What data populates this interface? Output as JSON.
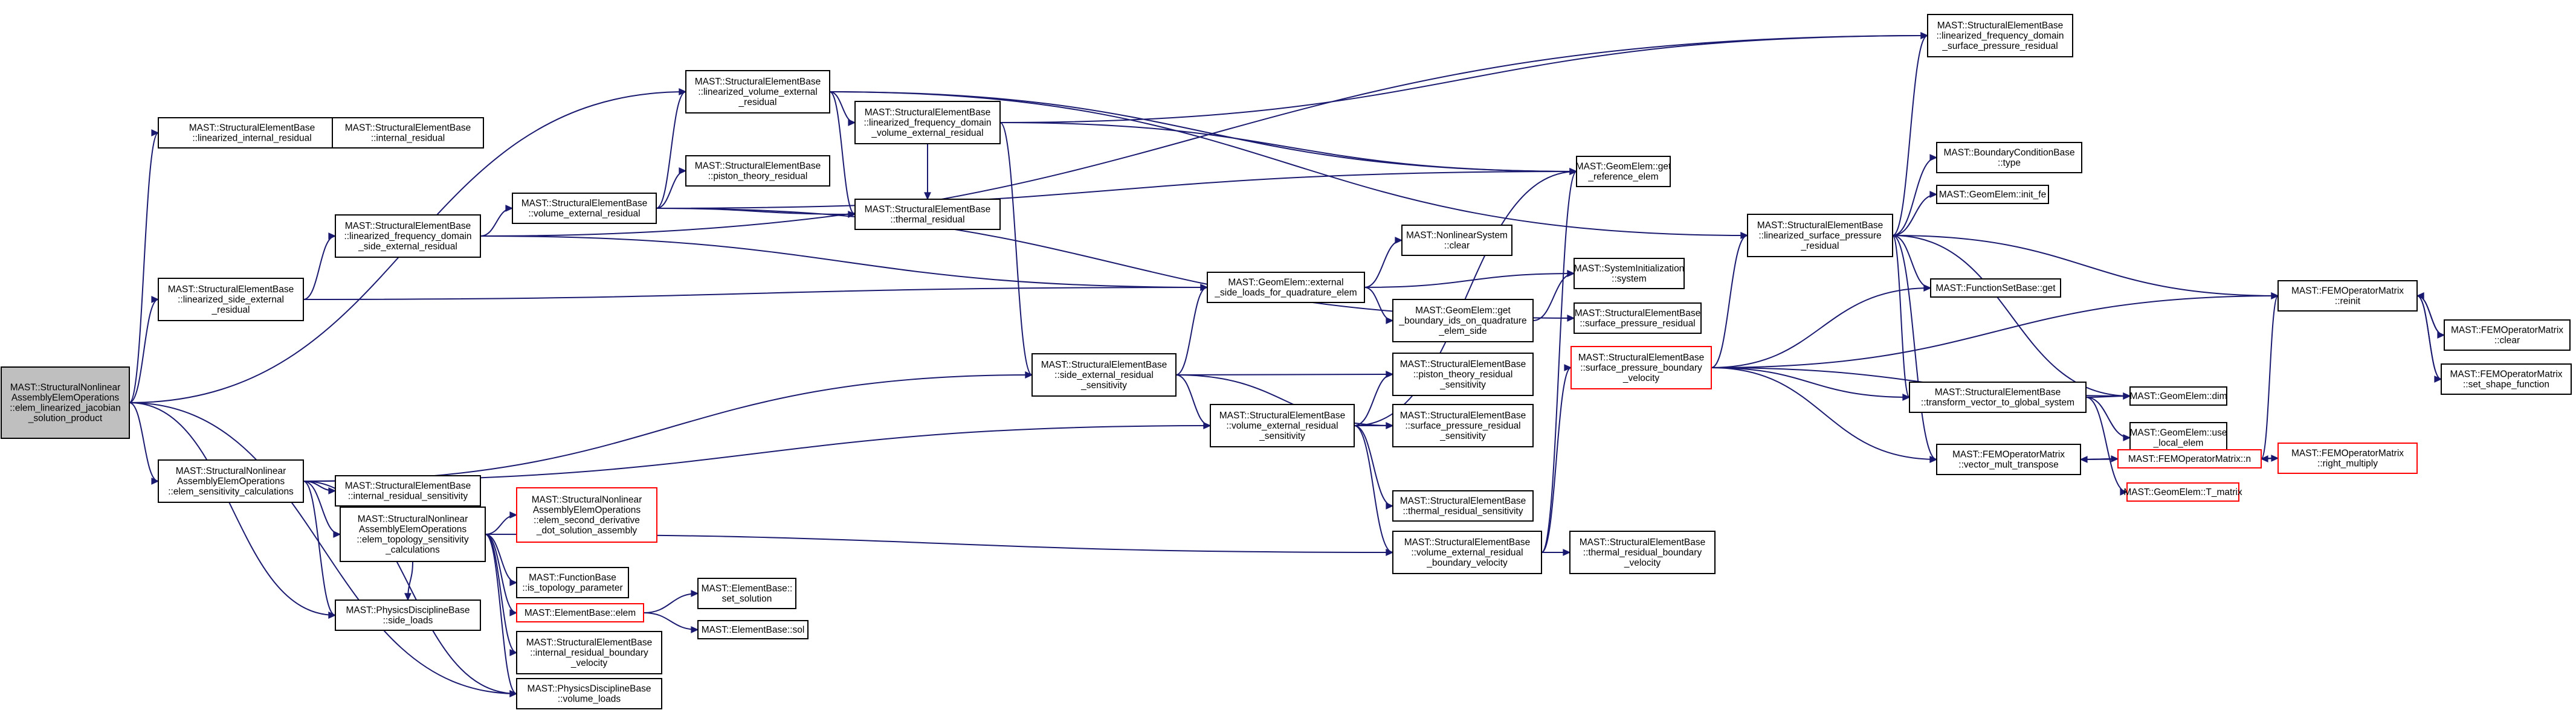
{
  "graph": {
    "nodes": [
      {
        "id": "root",
        "lines": [
          "MAST::StructuralNonlinear",
          "AssemblyElemOperations",
          "::elem_linearized_jacobian",
          "_solution_product"
        ],
        "style": "root"
      },
      {
        "id": "n_lin_int",
        "lines": [
          "MAST::StructuralElementBase",
          "::linearized_internal_residual"
        ]
      },
      {
        "id": "n_int",
        "lines": [
          "MAST::StructuralElementBase",
          "::internal_residual"
        ]
      },
      {
        "id": "n_lin_vol_ext",
        "lines": [
          "MAST::StructuralElementBase",
          "::linearized_volume_external",
          "_residual"
        ]
      },
      {
        "id": "n_lin_freq_vol",
        "lines": [
          "MAST::StructuralElementBase",
          "::linearized_frequency_domain",
          "_volume_external_residual"
        ]
      },
      {
        "id": "n_thermal",
        "lines": [
          "MAST::StructuralElementBase",
          "::thermal_residual"
        ]
      },
      {
        "id": "n_piston",
        "lines": [
          "MAST::StructuralElementBase",
          "::piston_theory_residual"
        ]
      },
      {
        "id": "n_lin_freq_side",
        "lines": [
          "MAST::StructuralElementBase",
          "::linearized_frequency_domain",
          "_side_external_residual"
        ]
      },
      {
        "id": "n_vol_ext",
        "lines": [
          "MAST::StructuralElementBase",
          "::volume_external_residual"
        ]
      },
      {
        "id": "n_lin_side",
        "lines": [
          "MAST::StructuralElementBase",
          "::linearized_side_external",
          "_residual"
        ]
      },
      {
        "id": "n_geom_ref",
        "lines": [
          "MAST::GeomElem::get",
          "_reference_elem"
        ]
      },
      {
        "id": "n_nl_clear",
        "lines": [
          "MAST::NonlinearSystem",
          "::clear"
        ]
      },
      {
        "id": "n_geom_ext",
        "lines": [
          "MAST::GeomElem::external",
          "_side_loads_for_quadrature_elem"
        ]
      },
      {
        "id": "n_sysinit",
        "lines": [
          "MAST::SystemInitialization",
          "::system"
        ]
      },
      {
        "id": "n_geom_bnd",
        "lines": [
          "MAST::GeomElem::get",
          "_boundary_ids_on_quadrature",
          "_elem_side"
        ]
      },
      {
        "id": "n_surf_p",
        "lines": [
          "MAST::StructuralElementBase",
          "::surface_pressure_residual"
        ]
      },
      {
        "id": "n_lin_freq_surf",
        "lines": [
          "MAST::StructuralElementBase",
          "::linearized_frequency_domain",
          "_surface_pressure_residual"
        ]
      },
      {
        "id": "n_lin_surf",
        "lines": [
          "MAST::StructuralElementBase",
          "::linearized_surface_pressure",
          "_residual"
        ]
      },
      {
        "id": "n_bc_type",
        "lines": [
          "MAST::BoundaryConditionBase",
          "::type"
        ]
      },
      {
        "id": "n_init_fe",
        "lines": [
          "MAST::GeomElem::init_fe"
        ]
      },
      {
        "id": "n_fsb_get",
        "lines": [
          "MAST::FunctionSetBase::get"
        ]
      },
      {
        "id": "n_surf_p_bnd",
        "lines": [
          "MAST::StructuralElementBase",
          "::surface_pressure_boundary",
          "_velocity"
        ],
        "style": "red"
      },
      {
        "id": "n_side_ext_sens",
        "lines": [
          "MAST::StructuralElementBase",
          "::side_external_residual",
          "_sensitivity"
        ]
      },
      {
        "id": "n_piston_sens",
        "lines": [
          "MAST::StructuralElementBase",
          "::piston_theory_residual",
          "_sensitivity"
        ]
      },
      {
        "id": "n_vol_ext_sens",
        "lines": [
          "MAST::StructuralElementBase",
          "::volume_external_residual",
          "_sensitivity"
        ]
      },
      {
        "id": "n_surf_p_sens",
        "lines": [
          "MAST::StructuralElementBase",
          "::surface_pressure_residual",
          "_sensitivity"
        ]
      },
      {
        "id": "n_thermal_sens",
        "lines": [
          "MAST::StructuralElementBase",
          "::thermal_residual_sensitivity"
        ]
      },
      {
        "id": "n_vol_ext_bnd",
        "lines": [
          "MAST::StructuralElementBase",
          "::volume_external_residual",
          "_boundary_velocity"
        ]
      },
      {
        "id": "n_thermal_bnd",
        "lines": [
          "MAST::StructuralElementBase",
          "::thermal_residual_boundary",
          "_velocity"
        ]
      },
      {
        "id": "n_sens_calc",
        "lines": [
          "MAST::StructuralNonlinear",
          "AssemblyElemOperations",
          "::elem_sensitivity_calculations"
        ]
      },
      {
        "id": "n_int_sens",
        "lines": [
          "MAST::StructuralElementBase",
          "::internal_residual_sensitivity"
        ]
      },
      {
        "id": "n_topo",
        "lines": [
          "MAST::StructuralNonlinear",
          "AssemblyElemOperations",
          "::elem_topology_sensitivity",
          "_calculations"
        ]
      },
      {
        "id": "n_second",
        "lines": [
          "MAST::StructuralNonlinear",
          "AssemblyElemOperations",
          "::elem_second_derivative",
          "_dot_solution_assembly"
        ],
        "style": "red"
      },
      {
        "id": "n_is_topo",
        "lines": [
          "MAST::FunctionBase",
          "::is_topology_parameter"
        ]
      },
      {
        "id": "n_eb_elem",
        "lines": [
          "MAST::ElementBase::elem"
        ],
        "style": "red"
      },
      {
        "id": "n_set_sol",
        "lines": [
          "MAST::ElementBase::",
          "set_solution"
        ]
      },
      {
        "id": "n_sol",
        "lines": [
          "MAST::ElementBase::sol"
        ]
      },
      {
        "id": "n_side_loads",
        "lines": [
          "MAST::PhysicsDisciplineBase",
          "::side_loads"
        ]
      },
      {
        "id": "n_int_bnd",
        "lines": [
          "MAST::StructuralElementBase",
          "::internal_residual_boundary",
          "_velocity"
        ]
      },
      {
        "id": "n_vol_loads",
        "lines": [
          "MAST::PhysicsDisciplineBase",
          "::volume_loads"
        ]
      },
      {
        "id": "n_geom_dim",
        "lines": [
          "MAST::GeomElem::dim"
        ]
      },
      {
        "id": "n_transform",
        "lines": [
          "MAST::StructuralElementBase",
          "::transform_vector_to_global_system"
        ]
      },
      {
        "id": "n_use_local",
        "lines": [
          "MAST::GeomElem::use",
          "_local_elem"
        ]
      },
      {
        "id": "n_tmatrix",
        "lines": [
          "MAST::GeomElem::T_matrix"
        ],
        "style": "red"
      },
      {
        "id": "n_vmt",
        "lines": [
          "MAST::FEMOperatorMatrix",
          "::vector_mult_transpose"
        ]
      },
      {
        "id": "n_fem_n",
        "lines": [
          "MAST::FEMOperatorMatrix::n"
        ],
        "style": "red"
      },
      {
        "id": "n_right_mult",
        "lines": [
          "MAST::FEMOperatorMatrix",
          "::right_multiply"
        ],
        "style": "red"
      },
      {
        "id": "n_reinit",
        "lines": [
          "MAST::FEMOperatorMatrix",
          "::reinit"
        ]
      },
      {
        "id": "n_fem_clear",
        "lines": [
          "MAST::FEMOperatorMatrix",
          "::clear"
        ]
      },
      {
        "id": "n_set_shape",
        "lines": [
          "MAST::FEMOperatorMatrix",
          "::set_shape_function"
        ]
      }
    ]
  }
}
